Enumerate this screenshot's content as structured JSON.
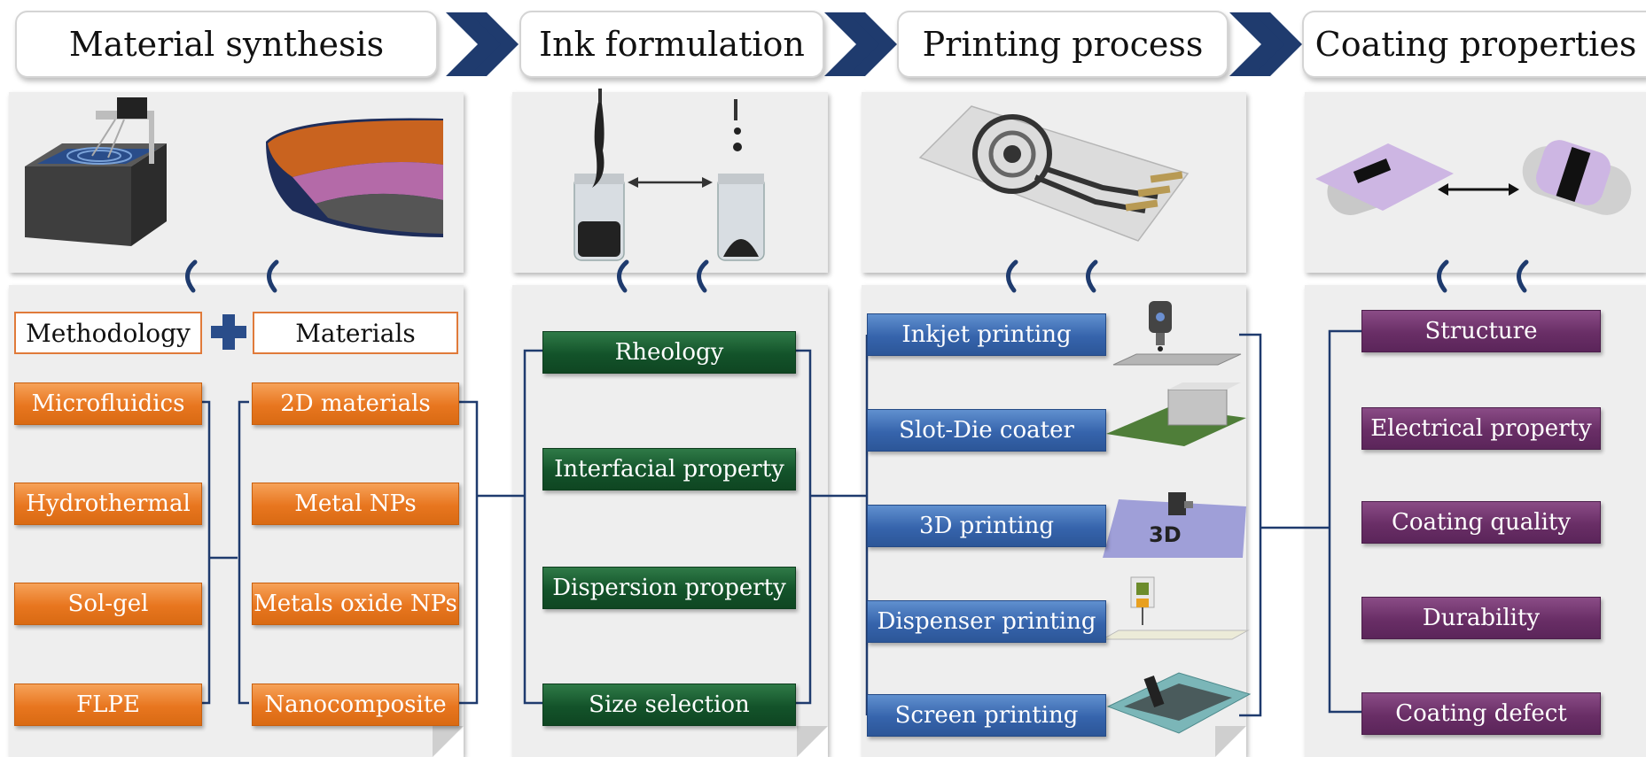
{
  "headers": [
    "Material  synthesis",
    "Ink formulation",
    "Printing process",
    "Coating properties"
  ],
  "synthesis": {
    "methodology_label": "Methodology",
    "materials_label": "Materials",
    "methods": [
      "Microfluidics",
      "Hydrothermal",
      "Sol-gel",
      "FLPE"
    ],
    "materials": [
      "2D materials",
      "Metal NPs",
      "Metals oxide NPs",
      "Nanocomposite"
    ]
  },
  "ink": {
    "items": [
      "Rheology",
      "Interfacial property",
      "Dispersion property",
      "Size selection"
    ]
  },
  "printing": {
    "items": [
      "Inkjet printing",
      "Slot-Die coater",
      "3D printing",
      "Dispenser printing",
      "Screen printing"
    ],
    "three_d_mark": "3D"
  },
  "coating": {
    "items": [
      "Structure",
      "Electrical property",
      "Coating quality",
      "Durability",
      "Coating defect"
    ]
  },
  "colors": {
    "orange": "#e8761f",
    "green": "#13532a",
    "blue": "#3664ac",
    "purple": "#692e66",
    "navy": "#1f3b6e"
  }
}
